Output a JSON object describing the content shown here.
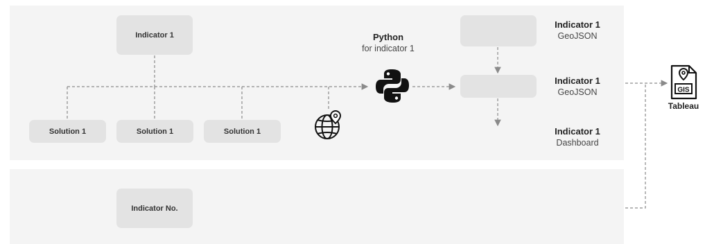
{
  "top_panel": {
    "indicator_box": "Indicator 1",
    "solutions": [
      "Solution 1",
      "Solution 1",
      "Solution 1"
    ],
    "python": {
      "title": "Python",
      "subtitle": "for indicator 1"
    },
    "outputs": [
      {
        "title": "Indicator 1",
        "subtitle": "GeoJSON"
      },
      {
        "title": "Indicator 1",
        "subtitle": "GeoJSON"
      },
      {
        "title": "Indicator 1",
        "subtitle": "Dashboard"
      }
    ]
  },
  "bottom_panel": {
    "indicator_box": "Indicator No."
  },
  "tableau": {
    "label": "Tableau",
    "badge": "GIS"
  },
  "icons": {
    "python": "python-logo-icon",
    "globe": "globe-pin-icon",
    "tableau": "gis-document-icon"
  },
  "colors": {
    "panel": "#f4f4f4",
    "box": "#e3e3e3",
    "connector": "#8a8a8a"
  }
}
